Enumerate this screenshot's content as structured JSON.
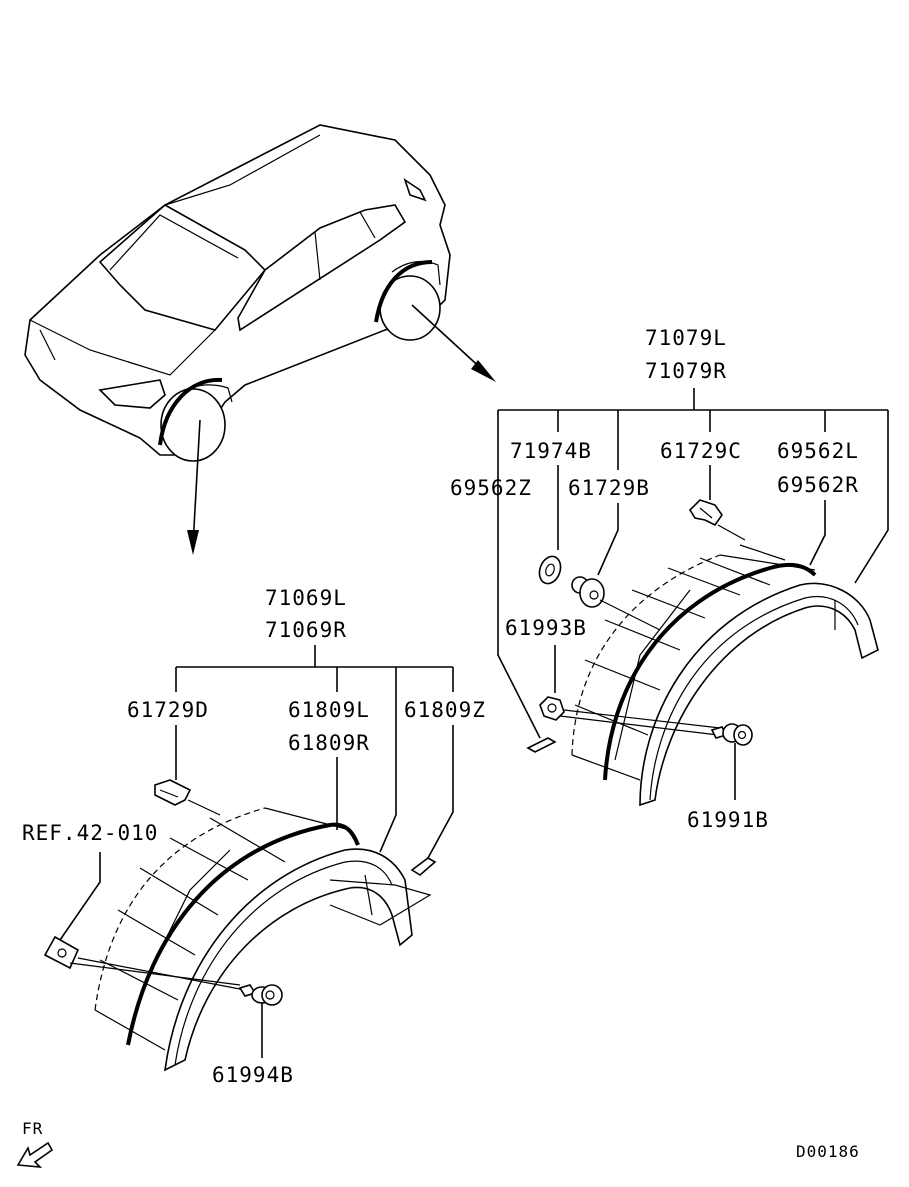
{
  "labels": {
    "front_group_l": "71069L",
    "front_group_r": "71069R",
    "front_clip": "61729D",
    "front_moulding_l": "61809L",
    "front_moulding_r": "61809R",
    "front_tape": "61809Z",
    "ref": "REF.42-010",
    "front_screw": "61994B",
    "rear_group_l": "71079L",
    "rear_group_r": "71079R",
    "rear_washer": "71974B",
    "rear_tape": "69562Z",
    "rear_grommet": "61729B",
    "rear_clip": "61729C",
    "rear_moulding_l": "69562L",
    "rear_moulding_r": "69562R",
    "rear_nut": "61993B",
    "rear_screw": "61991B",
    "direction": "FR",
    "diagram_code": "D00186"
  },
  "icons": {
    "front_arrow": "front-direction-arrow-icon"
  }
}
